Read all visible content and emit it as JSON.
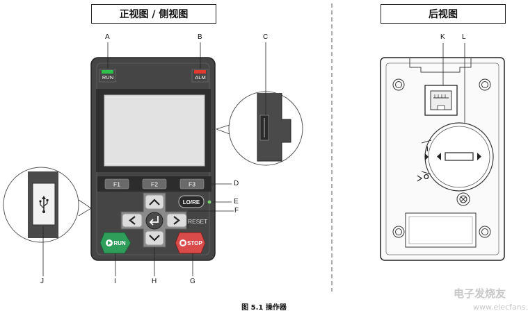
{
  "titles": {
    "front": "正视图 / 侧视图",
    "rear": "后视图"
  },
  "caption": "图 5.1  操作器",
  "watermark": {
    "line1": "电子发烧友",
    "line2": "www.elecfans.com"
  },
  "callouts": [
    "A",
    "B",
    "C",
    "D",
    "E",
    "F",
    "G",
    "H",
    "I",
    "J",
    "K",
    "L"
  ],
  "indicators": {
    "run": "RUN",
    "alm": "ALM"
  },
  "function_keys": [
    "F1",
    "F2",
    "F3"
  ],
  "keys": {
    "lo_re": "LO/RE",
    "reset": "RESET",
    "run": "RUN",
    "stop": "STOP"
  },
  "dial_marks": {
    "on": "I",
    "off": "O"
  },
  "colors": {
    "body": "#454545",
    "run_led": "#2fbf4a",
    "alm_led": "#e03a2f",
    "run_key": "#2f9e5a",
    "stop_key": "#d94a4a",
    "lcd": "#e2e2e2"
  }
}
